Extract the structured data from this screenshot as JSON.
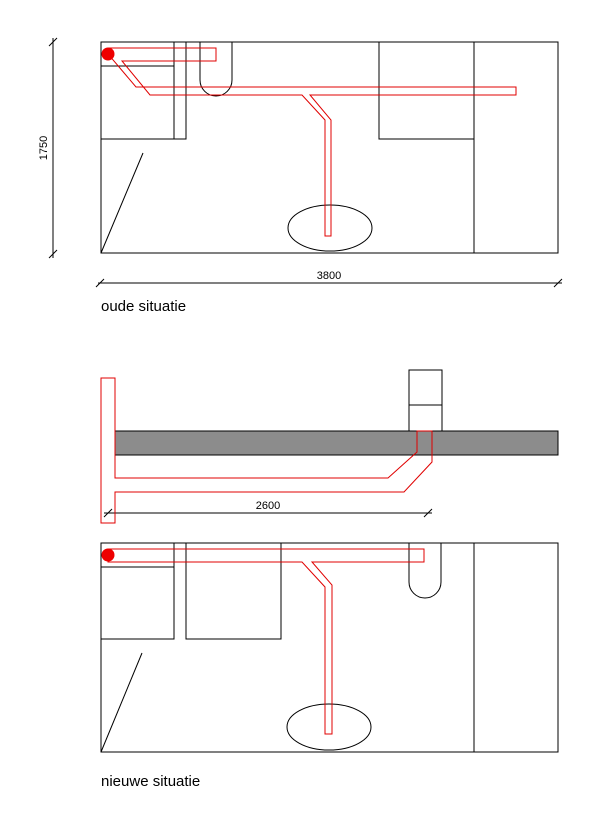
{
  "dimensions": {
    "height": "1750",
    "width": "3800",
    "length": "2600"
  },
  "captions": {
    "old": "oude situatie",
    "new": "nieuwe situatie"
  },
  "colors": {
    "line": "#000000",
    "pipe": "#e00000",
    "drain": "#ee0000",
    "wall": "#8c8c8c"
  }
}
